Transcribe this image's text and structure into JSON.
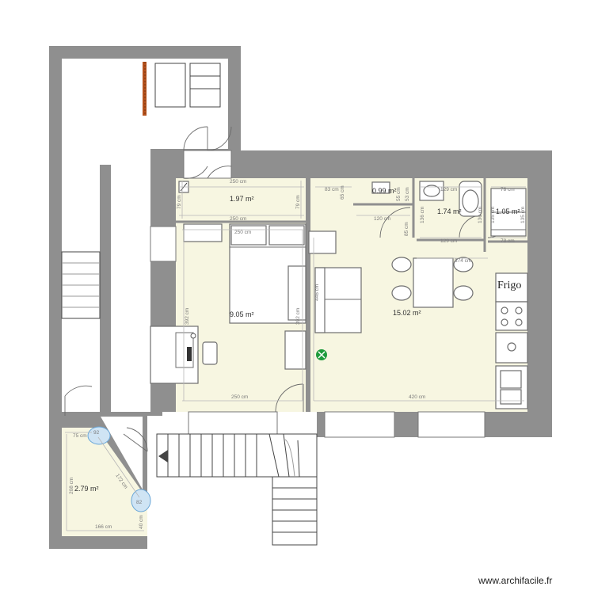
{
  "rooms": [
    {
      "id": "hall",
      "area": "1.97 m²"
    },
    {
      "id": "wc",
      "area": "0.99 m²"
    },
    {
      "id": "bath",
      "area": "1.74 m²"
    },
    {
      "id": "closet",
      "area": "1.05 m²"
    },
    {
      "id": "bedroom",
      "area": "9.05 m²"
    },
    {
      "id": "living",
      "area": "15.02 m²"
    },
    {
      "id": "entry",
      "area": "2.79 m²"
    }
  ],
  "dimensions": {
    "hall_top": "250 cm",
    "hall_bottom": "250 cm",
    "hall_left": "79 cm",
    "hall_right": "79 cm",
    "wc_width": "83 cm",
    "wc_left": "65 cm",
    "wc_right": "55 cm",
    "wc_depth": "53 cm",
    "passage_width": "120 cm",
    "passage_depth": "85 cm",
    "bath_top": "129 cm",
    "bath_bottom": "129 cm",
    "bath_left": "136 cm",
    "bath_right": "136 cm",
    "closet_top": "78 cm",
    "closet_left": "135 cm",
    "closet_right": "135 cm",
    "closet_bottom": "78 cm",
    "bedroom_top": "250 cm",
    "bedroom_left": "392 cm",
    "bedroom_right": "392 cm",
    "bedroom_bottom": "250 cm",
    "living_left": "446 cm",
    "living_kitchen": "374 cm",
    "living_bottom": "420 cm",
    "entry_top": "75 cm",
    "entry_top2": "92",
    "entry_diag": "172 cm",
    "entry_left": "208 cm",
    "entry_door": "82",
    "entry_right": "40 cm",
    "entry_bottom": "166 cm"
  },
  "fixtures": {
    "fridge": "Frigo"
  },
  "watermark": "www.archifacile.fr",
  "colors": {
    "wall": "#8f8f8f",
    "floor": "#f7f6e1",
    "accent_green": "#1e9b3c",
    "shelf_brown": "#b5521d",
    "door_blue": "#6aa7d8"
  },
  "icons": {
    "radiator": "radiator-icon",
    "compass": "green-circle-icon"
  }
}
